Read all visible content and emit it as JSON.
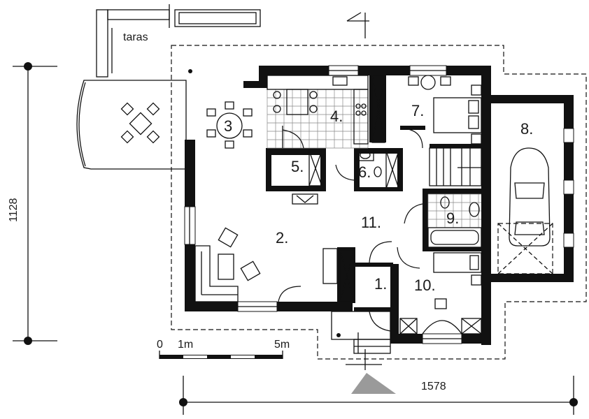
{
  "plan": {
    "rooms": [
      {
        "number": "1.",
        "name": "room-1"
      },
      {
        "number": "2.",
        "name": "room-2"
      },
      {
        "number": "3",
        "name": "room-3"
      },
      {
        "number": "4.",
        "name": "room-4"
      },
      {
        "number": "5.",
        "name": "room-5"
      },
      {
        "number": "6.",
        "name": "room-6"
      },
      {
        "number": "7.",
        "name": "room-7"
      },
      {
        "number": "8.",
        "name": "room-8"
      },
      {
        "number": "9.",
        "name": "room-9"
      },
      {
        "number": "10.",
        "name": "room-10"
      },
      {
        "number": "11.",
        "name": "room-11"
      }
    ],
    "terrace_label": "taras",
    "dimensions": {
      "height": "1128",
      "width": "1578"
    },
    "scale_bar": {
      "labels": [
        "0",
        "1m",
        "5m"
      ]
    },
    "colors": {
      "wall": "#111111",
      "arrow": "#9a9a9a"
    }
  }
}
